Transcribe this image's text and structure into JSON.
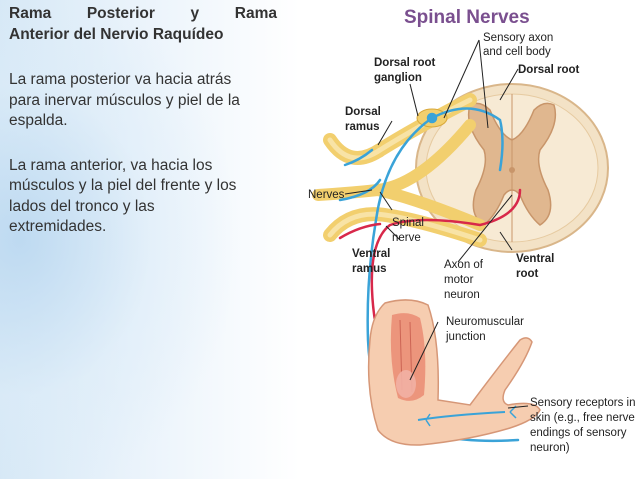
{
  "left": {
    "title_l1_words": [
      "Rama",
      "Posterior",
      "y",
      "Rama"
    ],
    "title_l2": "Anterior del Nervio Raquídeo",
    "para1_l1": "La rama posterior va hacia atrás",
    "para1_l2": "para inervar músculos y piel de la",
    "para1_l3": "espalda.",
    "para2_l1": "La rama anterior, va hacia los",
    "para2_l2": "músculos y la piel del frente y los",
    "para2_l3_words": [
      "lados",
      "del",
      "tronco",
      "y",
      "las"
    ],
    "para2_l4": "extremidades."
  },
  "diagram": {
    "title": "Spinal Nerves",
    "labels": {
      "sensory_axon_l1": "Sensory axon",
      "sensory_axon_l2": "and cell body",
      "dorsal_root": "Dorsal root",
      "dorsal_root_ganglion_l1": "Dorsal root",
      "dorsal_root_ganglion_l2": "ganglion",
      "dorsal_ramus_l1": "Dorsal",
      "dorsal_ramus_l2": "ramus",
      "nerves": "Nerves",
      "spinal_nerve_l1": "Spinal",
      "spinal_nerve_l2": "nerve",
      "ventral_ramus_l1": "Ventral",
      "ventral_ramus_l2": "ramus",
      "axon_motor_l1": "Axon of",
      "axon_motor_l2": "motor",
      "axon_motor_l3": "neuron",
      "ventral_root_l1": "Ventral",
      "ventral_root_l2": "root",
      "nmj_l1": "Neuromuscular",
      "nmj_l2": "junction",
      "receptors_l1": "Sensory receptors in",
      "receptors_l2": "skin (e.g., free nerve",
      "receptors_l3": "endings of sensory",
      "receptors_l4": "neuron)"
    },
    "colors": {
      "title": "#7a4f8f",
      "sensory": "#3aa3d8",
      "motor": "#d8284a",
      "nerve": "#f2cf6e",
      "cord": "#f3e2c6",
      "gray_matter": "#e0b78f",
      "skin": "#f6cdb0"
    }
  }
}
